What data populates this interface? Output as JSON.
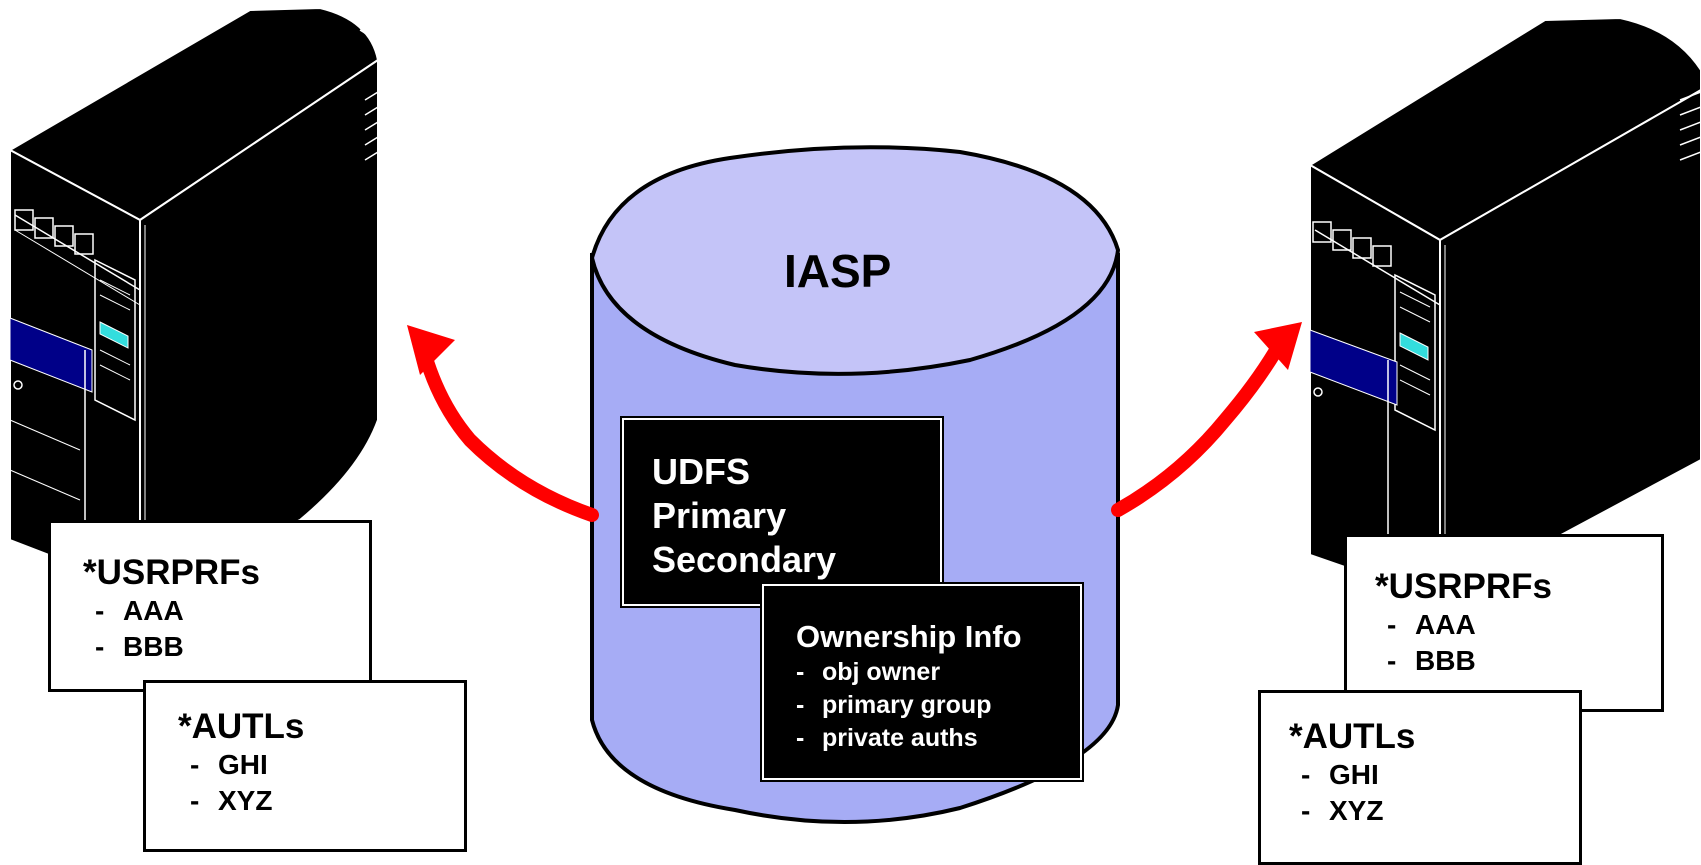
{
  "iasp": {
    "label": "IASP",
    "udfs_box": [
      "UDFS",
      "Primary",
      "Secondary"
    ],
    "ownership": {
      "title": "Ownership Info",
      "items": [
        "obj owner",
        "primary group",
        "private auths"
      ]
    }
  },
  "left_system": {
    "usrprfs": {
      "title": "*USRPRFs",
      "items": [
        "AAA",
        "BBB"
      ]
    },
    "autls": {
      "title": "*AUTLs",
      "items": [
        "GHI",
        "XYZ"
      ]
    }
  },
  "right_system": {
    "usrprfs": {
      "title": "*USRPRFs",
      "items": [
        "AAA",
        "BBB"
      ]
    },
    "autls": {
      "title": "*AUTLs",
      "items": [
        "GHI",
        "XYZ"
      ]
    }
  },
  "colors": {
    "arrow": "#ff0000",
    "cylinder_top": "#c4c4f8",
    "cylinder_body": "#a6acf5",
    "server_panel": "#000088",
    "server_light": "#33dddd"
  },
  "dash": "-"
}
